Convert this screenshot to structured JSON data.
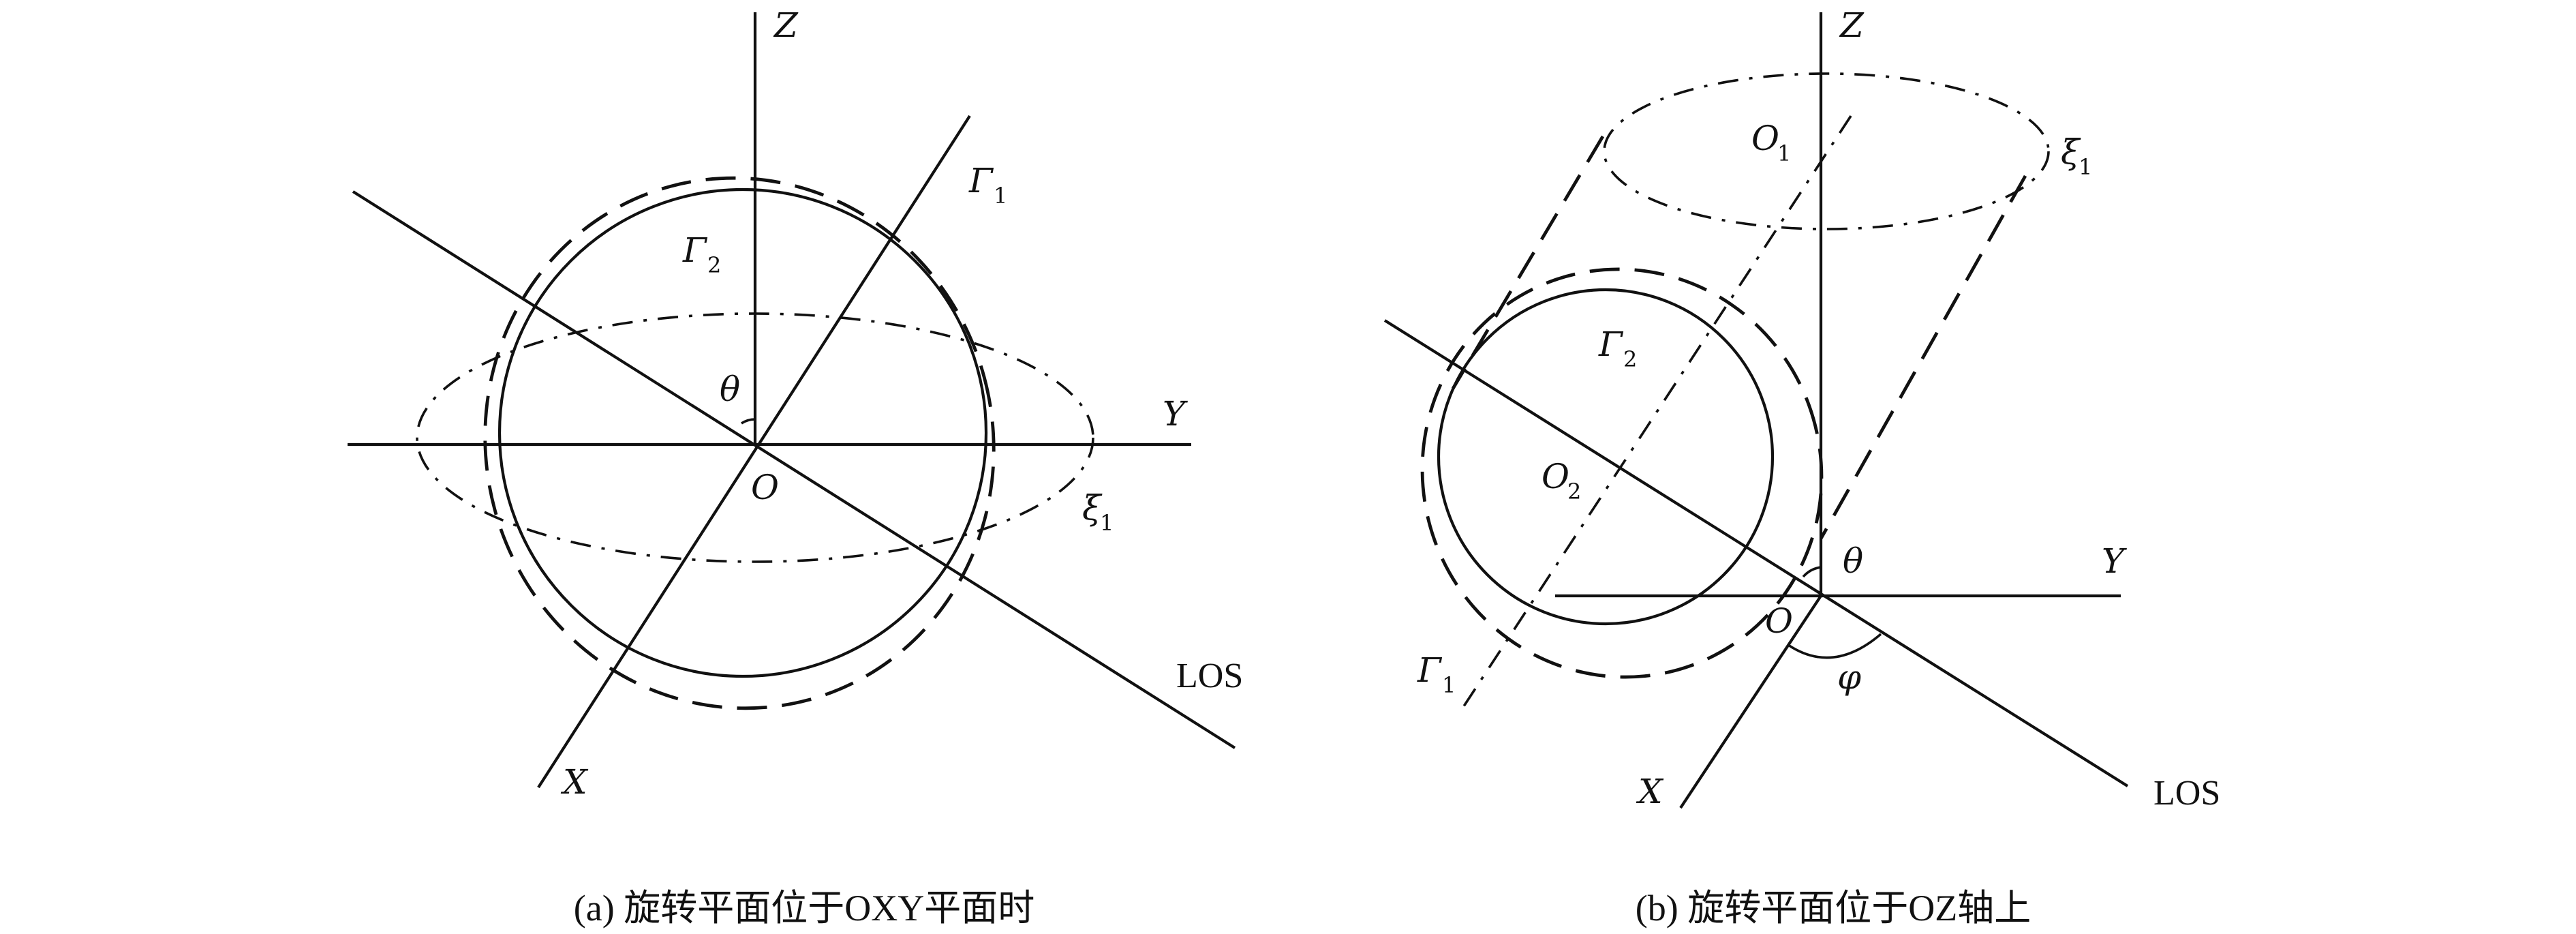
{
  "panel_a": {
    "caption": "(a) 旋转平面位于OXY平面时",
    "labels": {
      "z": "Z",
      "y": "Y",
      "x": "X",
      "o": "O",
      "los": "LOS",
      "theta": "θ",
      "gamma": "Γ",
      "gamma1_sub": "1",
      "gamma2_sub": "2",
      "xi": "ξ",
      "xi1_sub": "1"
    }
  },
  "panel_b": {
    "caption": "(b) 旋转平面位于OZ轴上",
    "labels": {
      "z": "Z",
      "y": "Y",
      "x": "X",
      "o": "O",
      "los": "LOS",
      "theta": "θ",
      "phi": "φ",
      "gamma": "Γ",
      "gamma1_sub": "1",
      "gamma2_sub": "2",
      "xi": "ξ",
      "xi1_sub": "1",
      "o_letter": "O",
      "o1_sub": "1",
      "o2_sub": "2"
    }
  }
}
